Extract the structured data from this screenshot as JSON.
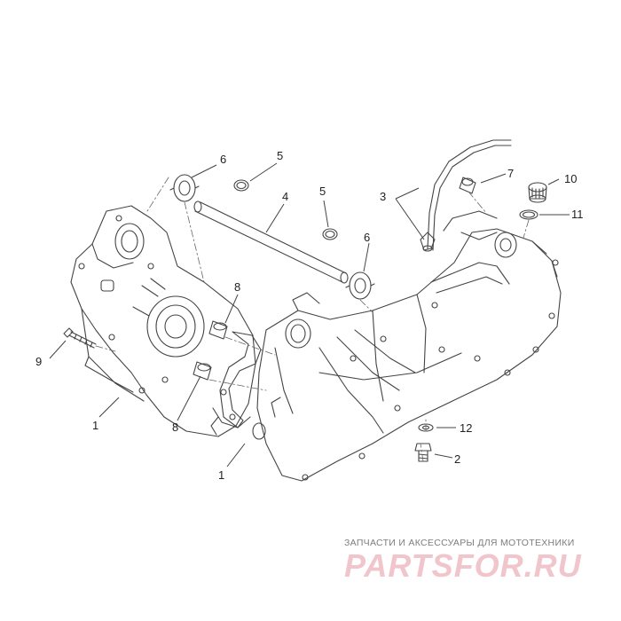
{
  "callouts": {
    "c1a": "1",
    "c1b": "1",
    "c2": "2",
    "c3": "3",
    "c4": "4",
    "c5a": "5",
    "c5b": "5",
    "c6a": "6",
    "c6b": "6",
    "c7": "7",
    "c8a": "8",
    "c8b": "8",
    "c9": "9",
    "c10": "10",
    "c11": "11",
    "c12": "12"
  },
  "watermark": {
    "tagline": "ЗАПЧАСТИ И АКСЕССУАРЫ ДЛЯ МОТОТЕХНИКИ",
    "logo": "PARTSFOR.RU",
    "logo_color": "#f0c6cc"
  },
  "colors": {
    "line": "#444444",
    "text": "#222222",
    "background": "#ffffff"
  }
}
